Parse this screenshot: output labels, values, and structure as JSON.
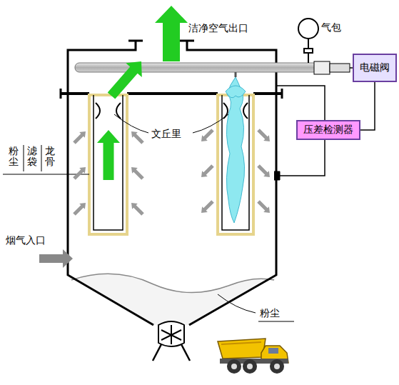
{
  "diagram": {
    "nodes": [
      {
        "text": [
          "电磁阀"
        ]
      },
      {
        "text": [
          "压差检测器"
        ]
      }
    ],
    "edges": [
      {
        "from": 1,
        "to": 0,
        "arrow": "none"
      }
    ],
    "labels": [
      "洁净空气出口",
      "气包",
      "文丘里",
      "粉尘",
      "滤袋",
      "龙骨",
      "烟气入口",
      "粉尘"
    ]
  }
}
